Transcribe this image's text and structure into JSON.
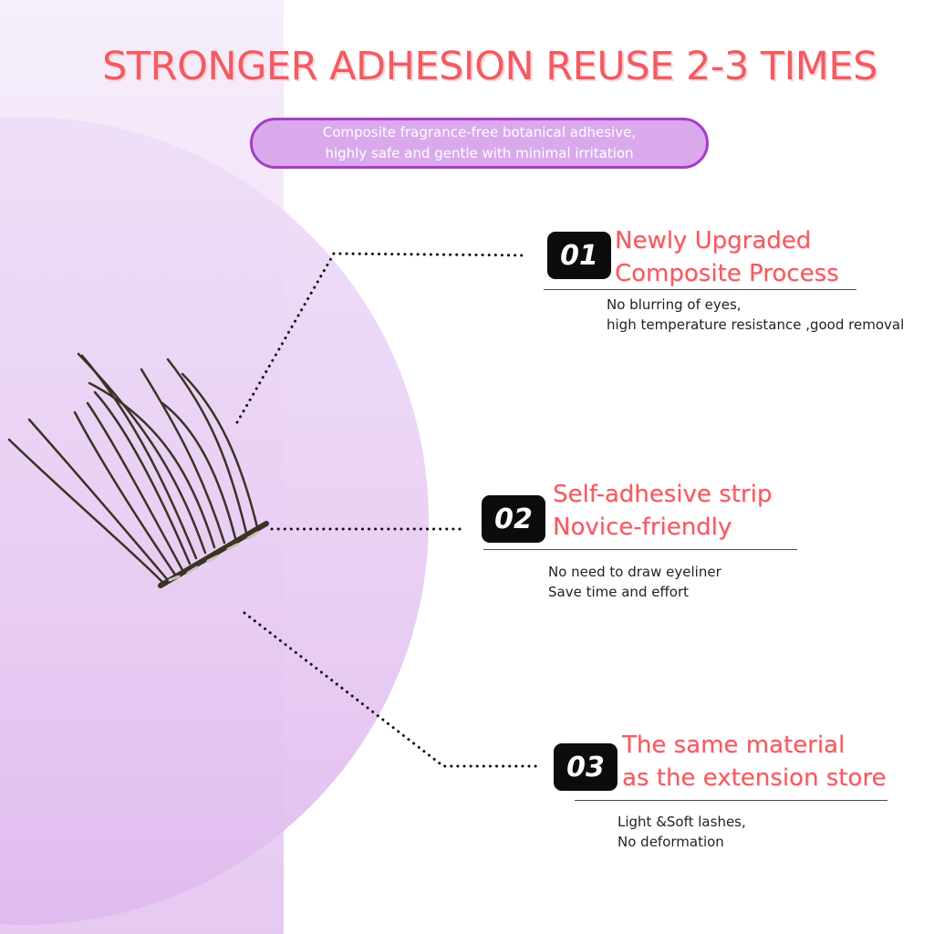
{
  "title": "STRONGER ADHESION REUSE 2-3 TIMES",
  "subtitle": {
    "line1": "Composite fragrance-free botanical adhesive,",
    "line2": "highly safe and gentle with minimal irritation"
  },
  "features": [
    {
      "number": "01",
      "title_line1": "Newly Upgraded",
      "title_line2": "Composite Process",
      "desc_line1": "No blurring of eyes,",
      "desc_line2": "high temperature resistance ,good removal"
    },
    {
      "number": "02",
      "title_line1": "Self-adhesive strip",
      "title_line2": "Novice-friendly",
      "desc_line1": "No need to draw eyeliner",
      "desc_line2": "Save time and effort"
    },
    {
      "number": "03",
      "title_line1": "The same material",
      "title_line2": "as the extension store",
      "desc_line1": "Light &Soft lashes,",
      "desc_line2": "No deformation"
    }
  ],
  "colors": {
    "accent_red": "#f15b62",
    "pill_fill": "#d9a9ec",
    "pill_border": "#a73cc8",
    "badge": "#0c0c0c",
    "panel_lavender": "#eedcf6"
  }
}
